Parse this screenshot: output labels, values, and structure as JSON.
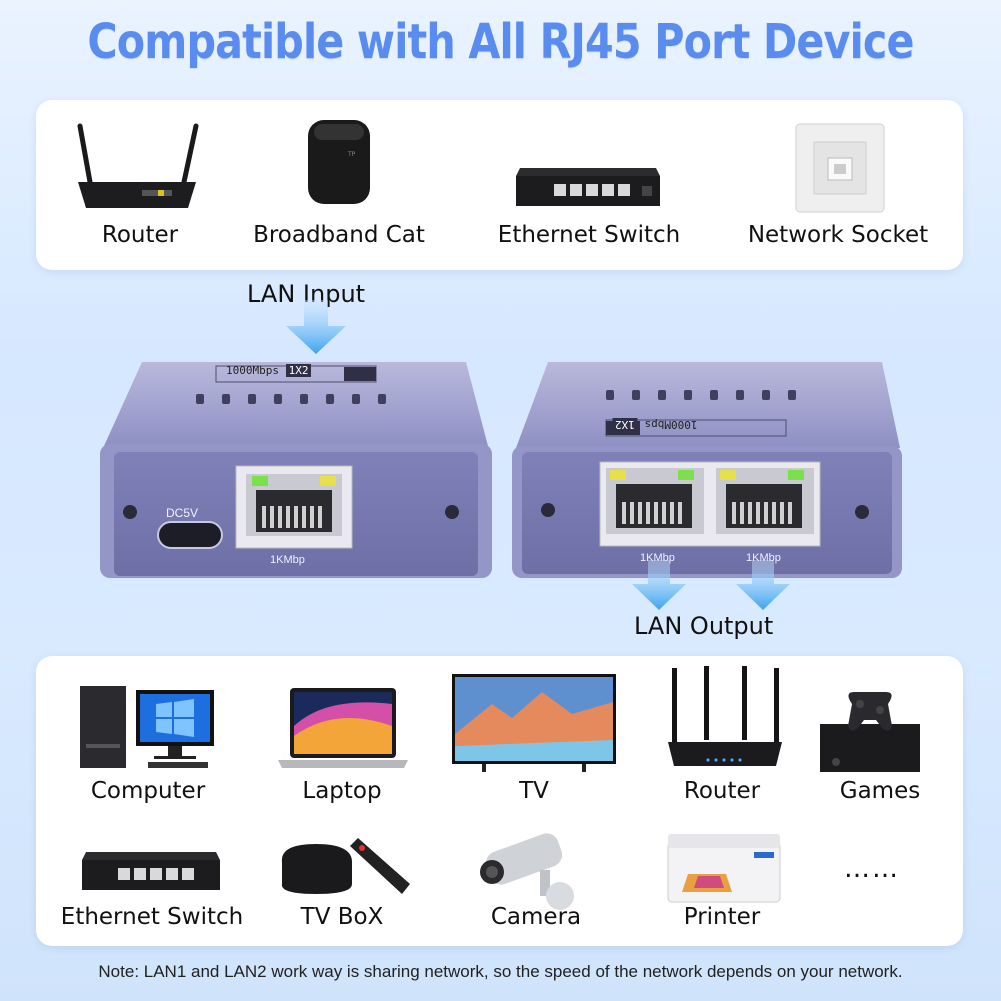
{
  "title": "Compatible with All RJ45 Port Device",
  "input_devices": [
    {
      "label": "Router",
      "icon": "router-icon"
    },
    {
      "label": "Broadband Cat",
      "icon": "broadband-modem-icon"
    },
    {
      "label": "Ethernet Switch",
      "icon": "ethernet-switch-icon"
    },
    {
      "label": "Network Socket",
      "icon": "network-socket-icon"
    }
  ],
  "lan_input_label": "LAN Input",
  "lan_output_label": "LAN Output",
  "splitter": {
    "dc_label": "DC5V",
    "speed_label_input": "1KMbp",
    "speed_label_out1": "1KMbp",
    "speed_label_out2": "1KMbp",
    "model_text": "1000Mbps",
    "model_badge": "1X2",
    "body_color": "#8a8cc0"
  },
  "output_devices_row1": [
    {
      "label": "Computer",
      "icon": "desktop-computer-icon"
    },
    {
      "label": "Laptop",
      "icon": "laptop-icon"
    },
    {
      "label": "TV",
      "icon": "tv-icon"
    },
    {
      "label": "Router",
      "icon": "router-icon"
    },
    {
      "label": "Games",
      "icon": "game-console-icon"
    }
  ],
  "output_devices_row2": [
    {
      "label": "Ethernet Switch",
      "icon": "ethernet-switch-icon"
    },
    {
      "label": "TV BoX",
      "icon": "tv-box-icon"
    },
    {
      "label": "Camera",
      "icon": "security-camera-icon"
    },
    {
      "label": "Printer",
      "icon": "printer-icon"
    },
    {
      "label": "……",
      "icon": "more-icon"
    }
  ],
  "note": "Note: LAN1 and LAN2 work way is sharing network, so the speed of the network depends on your network.",
  "colors": {
    "title": "#5a8cf0",
    "arrow": "#5ab4f0",
    "led_green": "#7be04a",
    "led_yellow": "#e8e04a"
  }
}
